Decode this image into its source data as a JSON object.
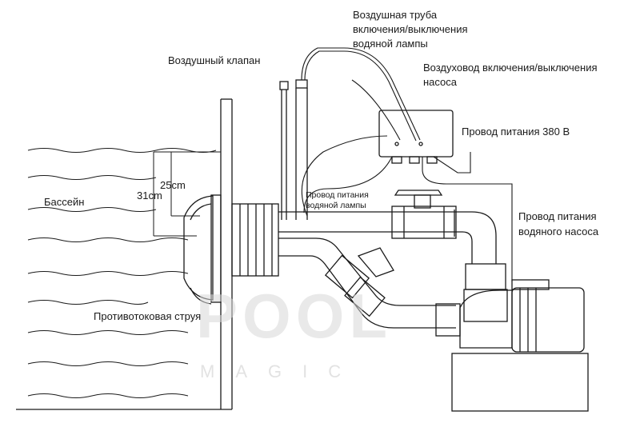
{
  "labels": {
    "air_valve": "Воздушный клапан",
    "air_tube_lamp_line1": "Воздушная труба",
    "air_tube_lamp_line2": "включения/выключения",
    "air_tube_lamp_line3": "водяной лампы",
    "air_duct_pump_line1": "Воздуховод включения/выключения",
    "air_duct_pump_line2": "насоса",
    "power_380": "Провод питания 380 В",
    "lamp_power_line1": "Провод питания",
    "lamp_power_line2": "водяной лампы",
    "pump_power_line1": "Провод питания",
    "pump_power_line2": "водяного насоса",
    "pool": "Бассейн",
    "counterflow_jet": "Противотоковая струя",
    "dim_25": "25cm",
    "dim_31": "31cm"
  },
  "watermark": {
    "line1": "POOL",
    "line2": "MAGIC"
  }
}
